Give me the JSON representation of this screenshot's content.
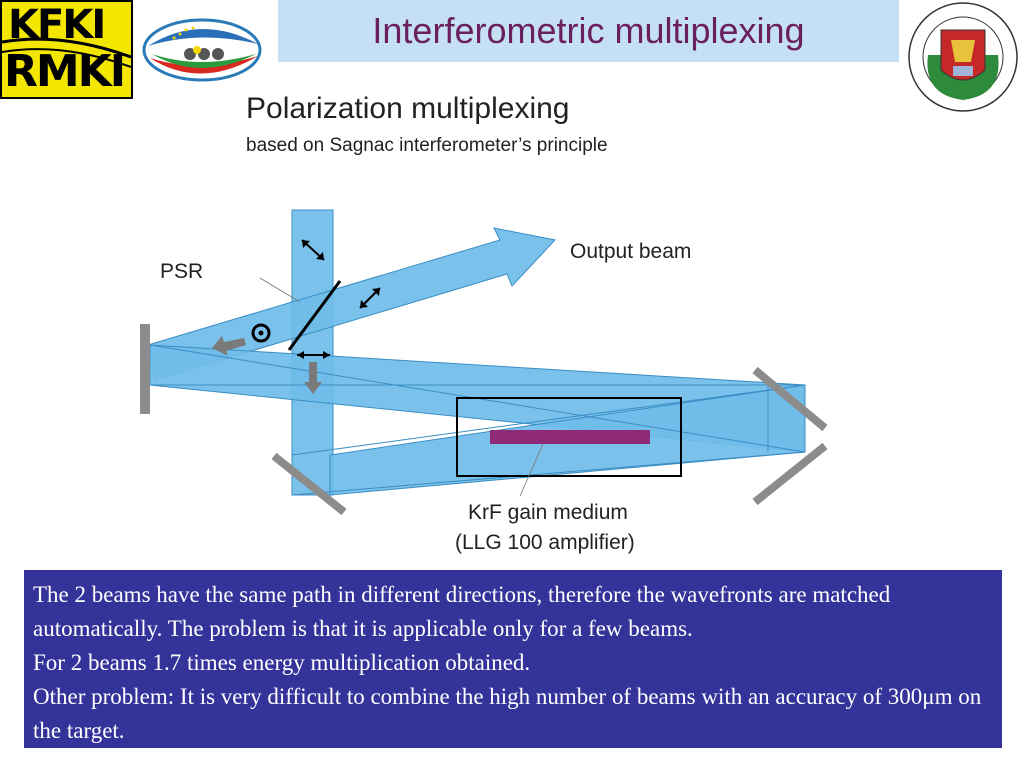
{
  "header": {
    "title": "Interferometric multiplexing",
    "logo_left_lines": [
      "KFKI",
      "RMKI"
    ]
  },
  "diagram": {
    "heading": "Polarization multiplexing",
    "subheading": "based on Sagnac interferometer’s principle",
    "labels": {
      "psr": "PSR",
      "output": "Output beam",
      "medium_line1": "KrF gain medium",
      "medium_line2": "(LLG 100 amplifier)"
    },
    "colors": {
      "beam": "#6fbde9",
      "beam_edge": "#3a8ec4",
      "medium_bar": "#8e2a78",
      "mirror": "#8c8c8c"
    }
  },
  "textbox": {
    "lines": [
      "The 2 beams have the same path in different directions, therefore the wavefronts are matched automatically. The problem is that it is applicable only for a few beams.",
      "For 2 beams 1.7 times energy multiplication obtained.",
      "Other problem: It is very difficult to combine the high number of beams with an accuracy of 300μm on the target."
    ],
    "background": "#33339a"
  }
}
